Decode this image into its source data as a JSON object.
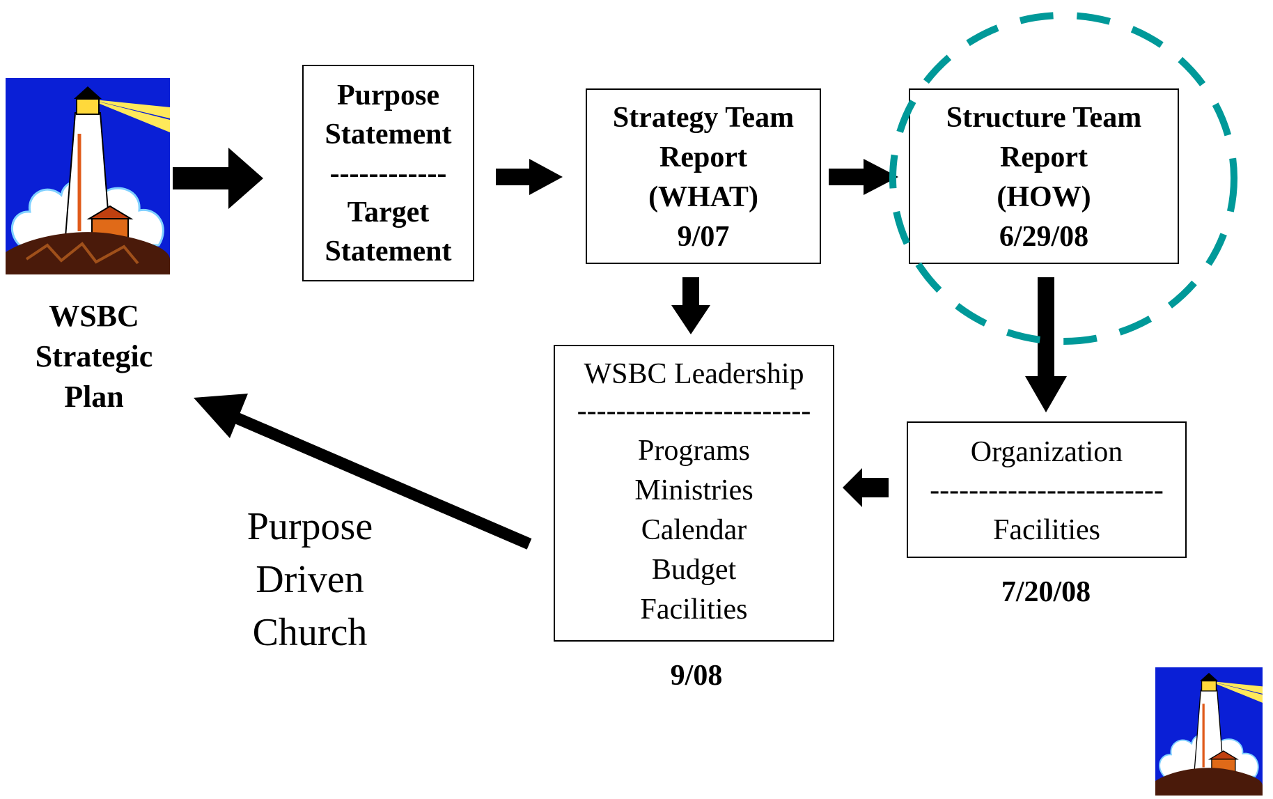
{
  "title_fragment": "y",
  "left_label": {
    "lines": [
      "WSBC",
      "Strategic",
      "Plan"
    ]
  },
  "purpose_box": {
    "line1": "Purpose",
    "line2": "Statement",
    "divider": "------------",
    "line3": "Target",
    "line4": "Statement"
  },
  "strategy_box": {
    "line1": "Strategy Team",
    "line2": "Report",
    "line3": "(WHAT)",
    "date": "9/07"
  },
  "structure_box": {
    "line1": "Structure Team",
    "line2": "Report",
    "line3": "(HOW)",
    "date": "6/29/08"
  },
  "leadership_box": {
    "header": "WSBC Leadership",
    "divider": "------------------------",
    "items": [
      "Programs",
      "Ministries",
      "Calendar",
      "Budget",
      "Facilities"
    ],
    "date": "9/08"
  },
  "organization_box": {
    "header": "Organization",
    "divider": "------------------------",
    "item": "Facilities",
    "date": "7/20/08"
  },
  "purpose_driven": {
    "lines": [
      "Purpose",
      "Driven",
      "Church"
    ]
  },
  "colors": {
    "highlight_circle": "#009999",
    "sky": "#0a1fd6",
    "arrow": "#000000"
  },
  "icons": {
    "logo": "lighthouse-icon"
  }
}
